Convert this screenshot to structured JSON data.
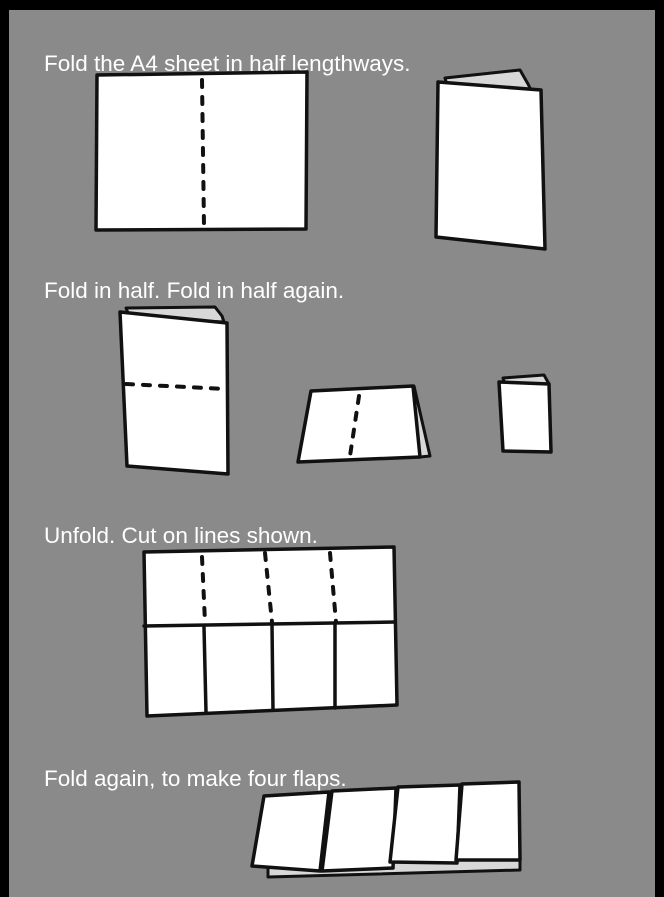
{
  "colors": {
    "background": "#8a8a8a",
    "frame": "#000000",
    "paper": "#ffffff",
    "paper_shadow": "#d8d8d8",
    "ink": "#111111",
    "caption_text": "#ffffff"
  },
  "steps": [
    {
      "caption": "Fold the A4 sheet in half lengthways."
    },
    {
      "caption": "Fold in half. Fold in half again."
    },
    {
      "caption": "Unfold. Cut on lines shown."
    },
    {
      "caption": "Fold again, to make four flaps."
    }
  ]
}
